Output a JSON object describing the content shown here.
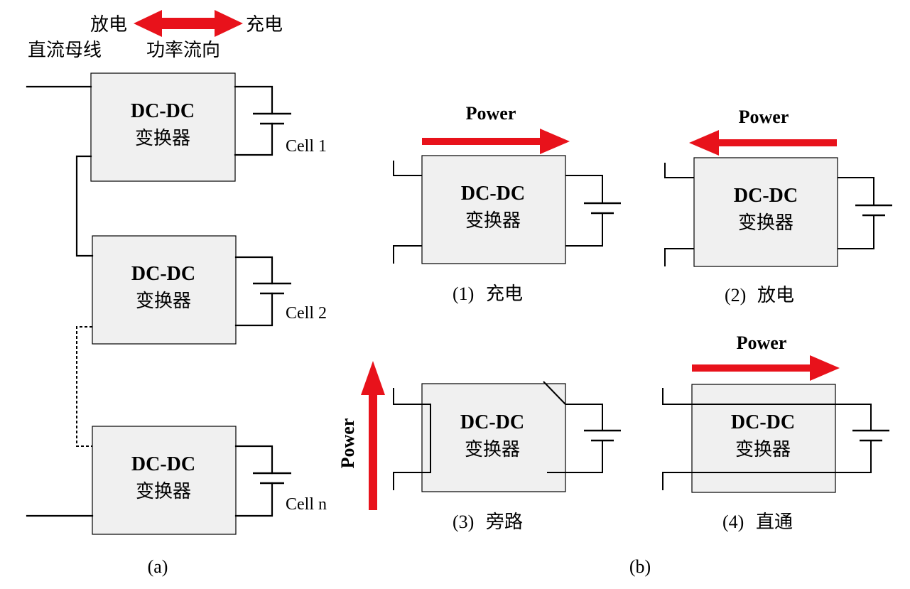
{
  "legend": {
    "discharge": "放电",
    "charge": "充电",
    "bus": "直流母线",
    "power_flow": "功率流向"
  },
  "converter": {
    "line1": "DC-DC",
    "line2": "变换器"
  },
  "cells": [
    "Cell 1",
    "Cell 2",
    "Cell n"
  ],
  "power_label": "Power",
  "modes": [
    {
      "num": "(1)",
      "label": "充电"
    },
    {
      "num": "(2)",
      "label": "放电"
    },
    {
      "num": "(3)",
      "label": "旁路"
    },
    {
      "num": "(4)",
      "label": "直通"
    }
  ],
  "panel_labels": {
    "a": "(a)",
    "b": "(b)"
  },
  "colors": {
    "arrow": "#e8121b",
    "box_fill": "#f0f0f0"
  }
}
